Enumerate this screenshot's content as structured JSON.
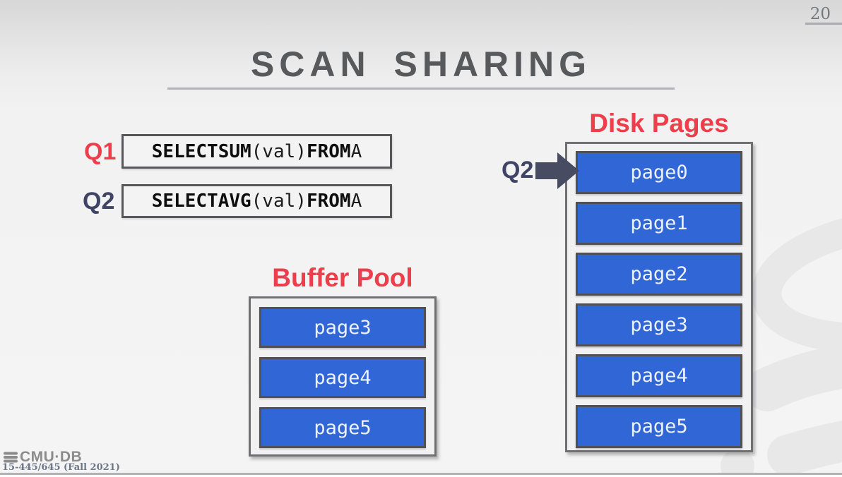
{
  "meta": {
    "page_number": "20"
  },
  "header": {
    "title": "SCAN SHARING"
  },
  "queries": [
    {
      "label": "Q1",
      "kw_select": "SELECT",
      "fn": "SUM",
      "args": "(val)",
      "kw_from": "FROM",
      "table": "A"
    },
    {
      "label": "Q2",
      "kw_select": "SELECT",
      "fn": "AVG",
      "args": "(val)",
      "kw_from": "FROM",
      "table": "A"
    }
  ],
  "pointer": {
    "label": "Q2",
    "icon": "block-arrow-right-icon"
  },
  "disk_pages": {
    "title": "Disk Pages",
    "items": [
      "page0",
      "page1",
      "page2",
      "page3",
      "page4",
      "page5"
    ]
  },
  "buffer_pool": {
    "title": "Buffer Pool",
    "items": [
      "page3",
      "page4",
      "page5"
    ]
  },
  "footer": {
    "logo_text": "CMU·DB",
    "logo_icon": "database-stack-icon",
    "course": "15-445/645 (Fall 2021)"
  },
  "watermark": {
    "icon": "cmu-db-spiral-watermark-icon"
  },
  "colors": {
    "accent_red": "#ee3e4b",
    "navy": "#3f4464",
    "page_blue": "#3066d6",
    "page_border": "#515155",
    "panel_border": "#707072",
    "sql_border": "#57575a",
    "title_gray": "#58595b",
    "footer_gray": "#8c8c8c",
    "divider_gray": "#b1b1b3",
    "watermark_gray": "#e8e8e9"
  }
}
